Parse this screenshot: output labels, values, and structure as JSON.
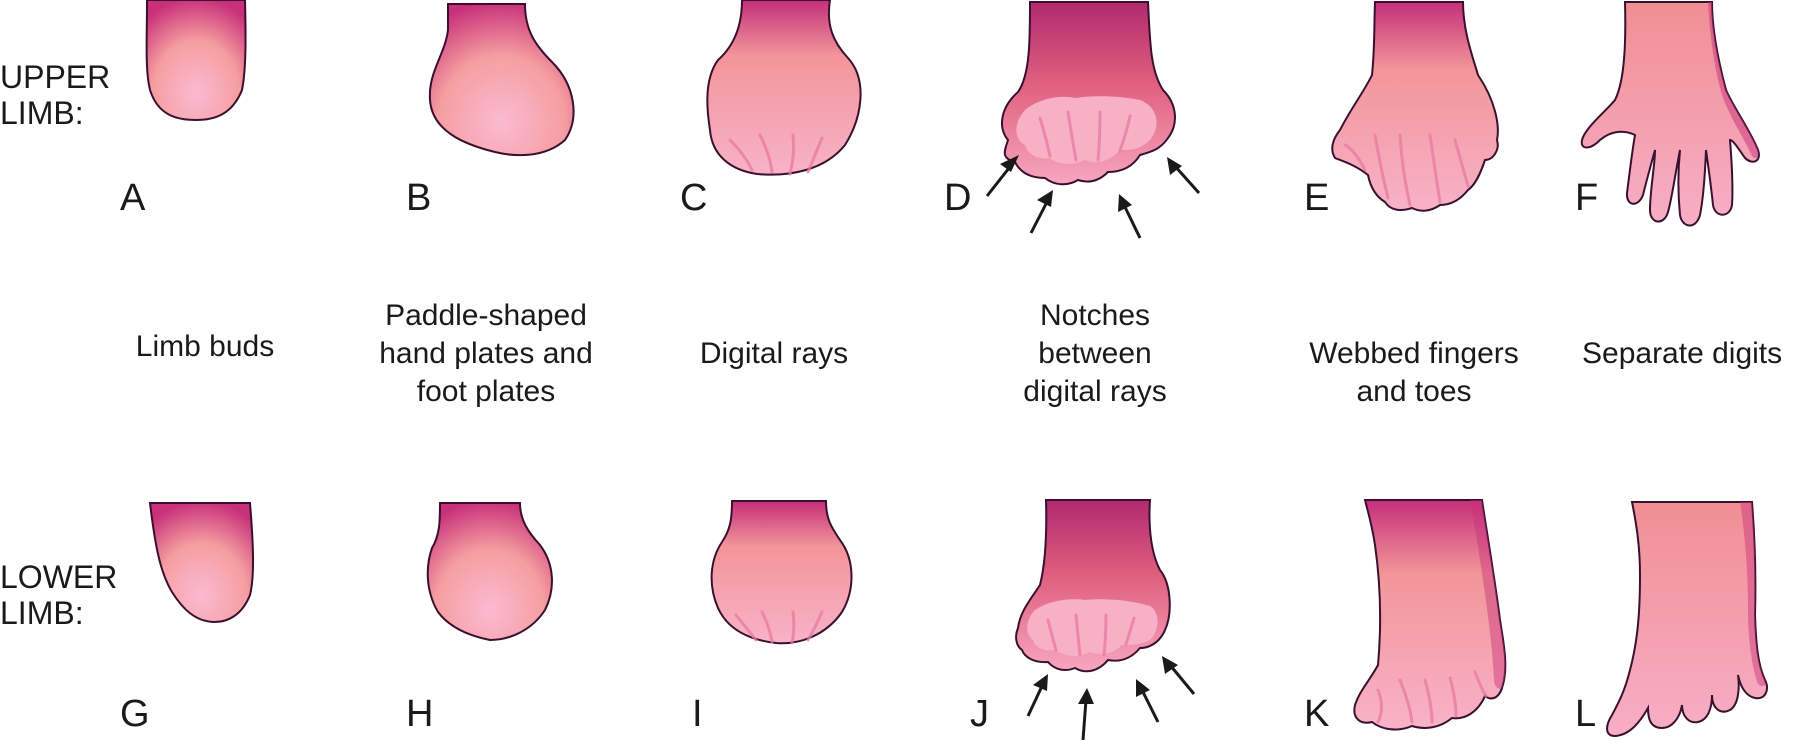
{
  "row_labels": {
    "upper": [
      "UPPER",
      "LIMB:"
    ],
    "lower": [
      "LOWER",
      "LIMB:"
    ]
  },
  "stages": [
    {
      "upper_letter": "A",
      "lower_letter": "G",
      "caption": [
        "Limb buds"
      ]
    },
    {
      "upper_letter": "B",
      "lower_letter": "H",
      "caption": [
        "Paddle-shaped",
        "hand plates and",
        "foot plates"
      ]
    },
    {
      "upper_letter": "C",
      "lower_letter": "I",
      "caption": [
        "Digital rays"
      ]
    },
    {
      "upper_letter": "D",
      "lower_letter": "J",
      "caption": [
        "Notches",
        "between",
        "digital rays"
      ]
    },
    {
      "upper_letter": "E",
      "lower_letter": "K",
      "caption": [
        "Webbed fingers",
        "and toes"
      ]
    },
    {
      "upper_letter": "F",
      "lower_letter": "L",
      "caption": [
        "Separate digits"
      ]
    }
  ],
  "colors": {
    "top_magenta": "#c8307a",
    "mid_salmon": "#f49a9a",
    "tip_pink": "#f9b3cc",
    "outline": "#3a1030"
  }
}
